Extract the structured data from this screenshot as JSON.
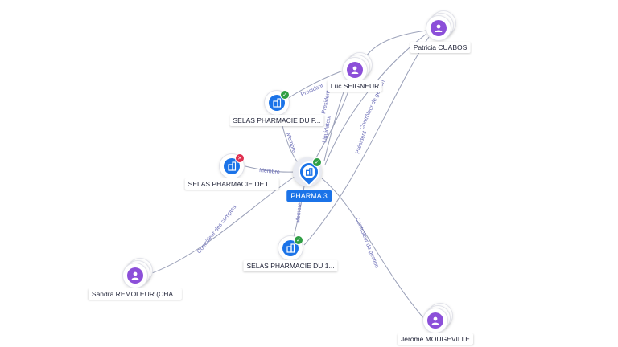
{
  "nodes": {
    "patricia": {
      "label": "Patricia CUABOS",
      "type": "person"
    },
    "luc": {
      "label": "Luc SEIGNEUR",
      "type": "person"
    },
    "selas_p": {
      "label": "SELAS PHARMACIE DU P...",
      "type": "company",
      "status": "ok"
    },
    "selas_l": {
      "label": "SELAS PHARMACIE DE L...",
      "type": "company",
      "status": "ko"
    },
    "pharma3": {
      "label": "PHARMA 3",
      "type": "company",
      "status": "ok"
    },
    "selas_1": {
      "label": "SELAS PHARMACIE DU 1...",
      "type": "company",
      "status": "ok"
    },
    "sandra": {
      "label": "Sandra REMOLEUR (CHA...",
      "type": "person"
    },
    "jerome": {
      "label": "Jérôme MOUGEVILLE",
      "type": "person"
    }
  },
  "edges": [
    {
      "id": "luc-selasp",
      "label": "Président"
    },
    {
      "id": "luc-pharma3-pres",
      "label": "Président"
    },
    {
      "id": "luc-pharma3-liq",
      "label": "Liquidateur"
    },
    {
      "id": "selasp-pharma3",
      "label": "Membre"
    },
    {
      "id": "selasl-pharma3",
      "label": "Membre"
    },
    {
      "id": "selas1-pharma3",
      "label": "Membre"
    },
    {
      "id": "patricia-pharma3-ctrl",
      "label": "Contrôleur de gestion"
    },
    {
      "id": "patricia-selas1-pres",
      "label": "Président"
    },
    {
      "id": "sandra-pharma3",
      "label": "Contrôleur des comptes"
    },
    {
      "id": "jerome-pharma3",
      "label": "Contrôleur de gestion"
    }
  ],
  "icons": {
    "person": "person-icon",
    "company": "building-icon",
    "ok": "check-icon",
    "ko": "cross-icon"
  },
  "colors": {
    "person": "#8c4fd9",
    "company": "#1b73e8",
    "ok": "#2f9e44",
    "ko": "#e03050",
    "edge": "#9aa0b8",
    "edge_label": "#6d6fb8"
  }
}
